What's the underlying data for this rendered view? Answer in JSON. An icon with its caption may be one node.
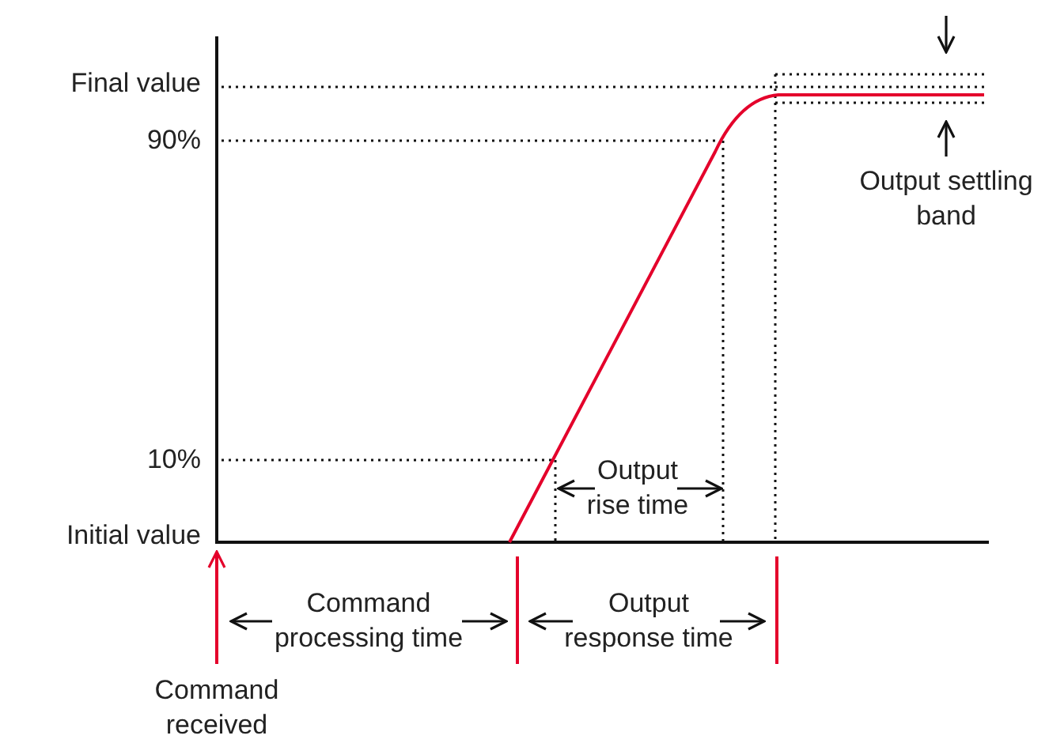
{
  "diagram": {
    "labels": [
      "Final value",
      "90%",
      "Output settling band",
      "10%",
      "Output rise time",
      "Initial value",
      "Command processing time",
      "Output response time",
      "Command received"
    ]
  }
}
